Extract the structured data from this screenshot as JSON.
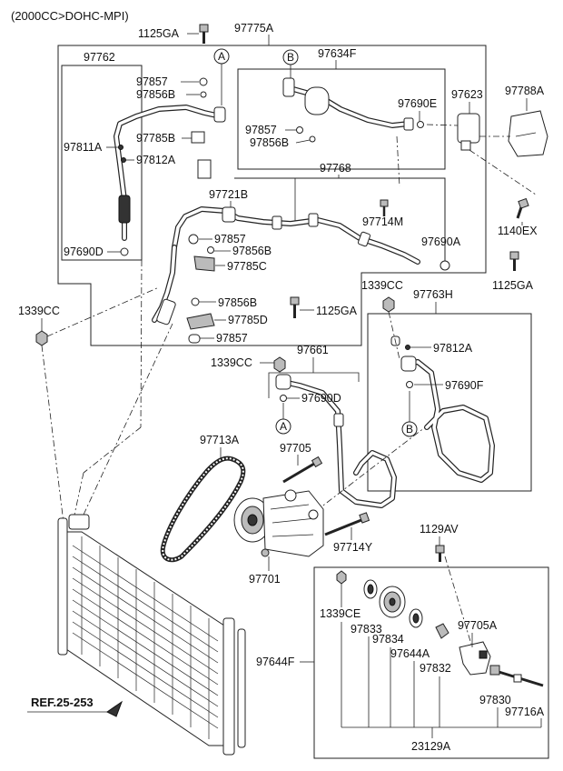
{
  "title": "(2000CC>DOHC-MPI)",
  "reference": "REF.25-253",
  "circle_markers": [
    "A",
    "B"
  ],
  "parts": {
    "p1125GA_top": "1125GA",
    "p97775A": "97775A",
    "p97762": "97762",
    "p97857_a": "97857",
    "p97856B_a": "97856B",
    "p97785B": "97785B",
    "p97811A": "97811A",
    "p97812A_a": "97812A",
    "p97690D_a": "97690D",
    "p97634F": "97634F",
    "p97690E": "97690E",
    "p97623": "97623",
    "p97788A": "97788A",
    "p97857_b": "97857",
    "p97856B_b": "97856B",
    "p97768": "97768",
    "p97721B": "97721B",
    "p97714M": "97714M",
    "p1140EX": "1140EX",
    "p97857_c": "97857",
    "p97856B_c": "97856B",
    "p97785C": "97785C",
    "p97690A": "97690A",
    "p1125GA_right": "1125GA",
    "p1339CC_left": "1339CC",
    "p97856B_d": "97856B",
    "p97785D": "97785D",
    "p1125GA_mid": "1125GA",
    "p97857_d": "97857",
    "p1339CC_right": "1339CC",
    "p97763H": "97763H",
    "p97812A_b": "97812A",
    "p97690F": "97690F",
    "p1339CC_mid": "1339CC",
    "p97661": "97661",
    "p97690D_b": "97690D",
    "p97713A": "97713A",
    "p97705": "97705",
    "p97701": "97701",
    "p97714Y": "97714Y",
    "p1129AV": "1129AV",
    "p1339CE": "1339CE",
    "p97833": "97833",
    "p97834": "97834",
    "p97644A": "97644A",
    "p97832": "97832",
    "p97705A": "97705A",
    "p97644F": "97644F",
    "p97830": "97830",
    "p97716A": "97716A",
    "p23129A": "23129A"
  }
}
